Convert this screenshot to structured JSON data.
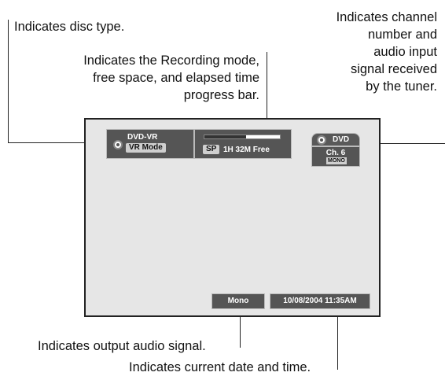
{
  "annotations": {
    "disc_type": "Indicates disc type.",
    "recording_mode": [
      "Indicates the Recording mode,",
      "free space, and elapsed time",
      "progress bar."
    ],
    "channel": [
      "Indicates channel",
      "number and",
      "audio input",
      "signal received",
      "by the tuner."
    ],
    "output_audio": "Indicates output audio signal.",
    "date_time": "Indicates current date and time."
  },
  "osd": {
    "disc_label": "DVD-VR",
    "mode_label": "VR Mode",
    "rec_mode": "SP",
    "free_space": "1H 32M Free",
    "progress": 0.55,
    "source_label": "DVD",
    "channel": "Ch. 6",
    "tuner_audio": "MONO",
    "output_audio": "Mono",
    "datetime": "10/08/2004 11:35AM"
  }
}
